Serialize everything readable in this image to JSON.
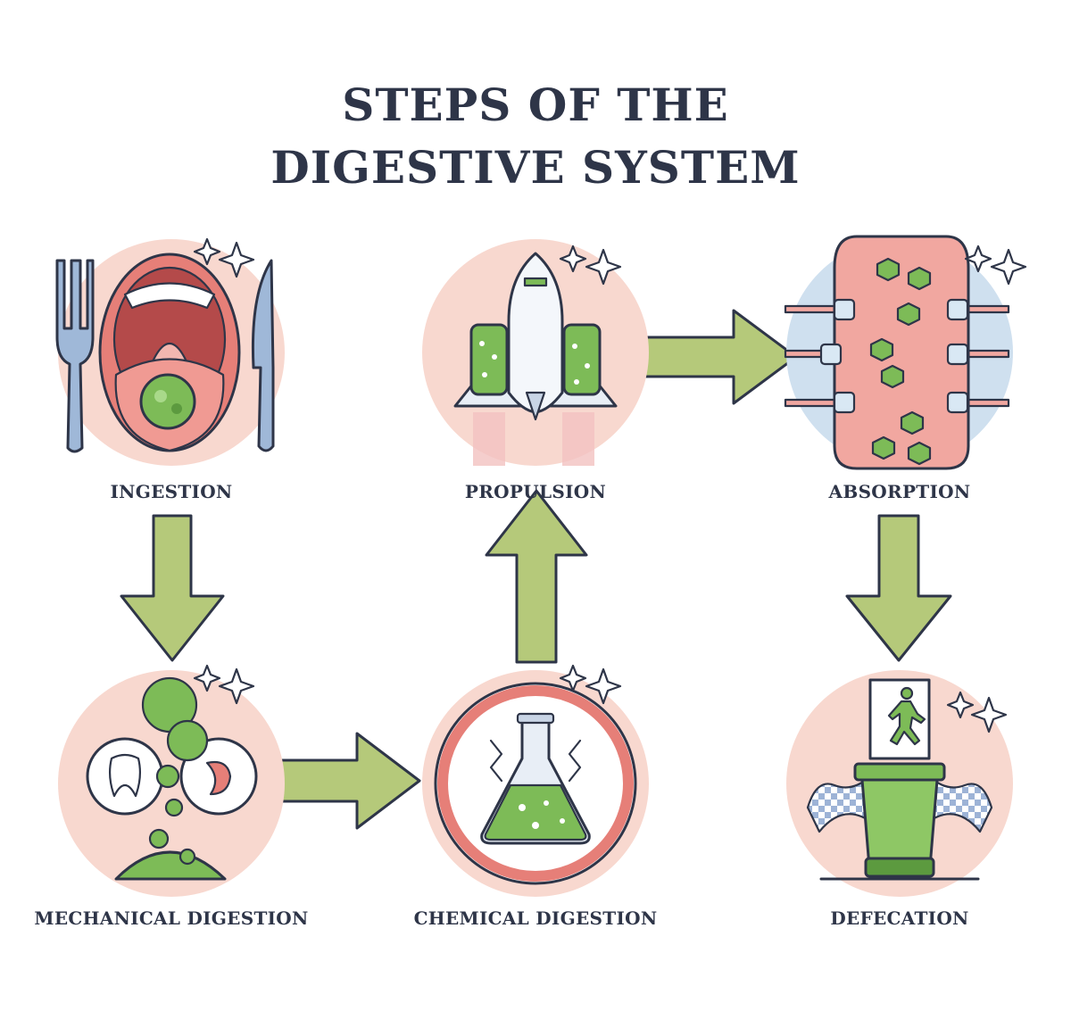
{
  "title_lines": [
    "STEPS OF THE",
    "DIGESTIVE SYSTEM"
  ],
  "steps": [
    {
      "id": "ingestion",
      "label": "INGESTION"
    },
    {
      "id": "propulsion",
      "label": "PROPULSION"
    },
    {
      "id": "absorption",
      "label": "ABSORPTION"
    },
    {
      "id": "mechanical",
      "label": "MECHANICAL DIGESTION"
    },
    {
      "id": "chemical",
      "label": "CHEMICAL DIGESTION"
    },
    {
      "id": "defecation",
      "label": "DEFECATION"
    }
  ],
  "flow": [
    {
      "from": "ingestion",
      "to": "mechanical"
    },
    {
      "from": "mechanical",
      "to": "chemical"
    },
    {
      "from": "chemical",
      "to": "propulsion"
    },
    {
      "from": "propulsion",
      "to": "absorption"
    },
    {
      "from": "absorption",
      "to": "defecation"
    }
  ],
  "colors": {
    "text": "#2e3548",
    "arrow": "#b5c97a",
    "circle": "#f8d8cf",
    "green": "#7dbb57",
    "pink": "#f1a7a0",
    "blue": "#cfe0ef"
  }
}
